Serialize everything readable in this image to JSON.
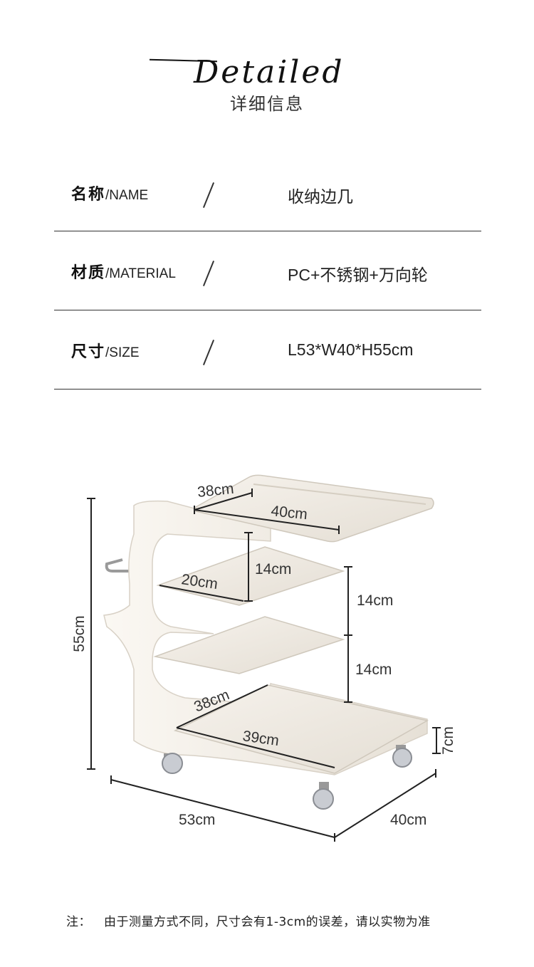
{
  "header": {
    "script_title": "Detailed",
    "title_cn": "详细信息"
  },
  "specs": [
    {
      "label_cn": "名称",
      "label_en": "/NAME",
      "value": "收纳边几"
    },
    {
      "label_cn": "材质",
      "label_en": "/MATERIAL",
      "value": "PC+不锈钢+万向轮"
    },
    {
      "label_cn": "尺寸",
      "label_en": "/SIZE",
      "value": "L53*W40*H55cm"
    }
  ],
  "dimensions": {
    "top_depth": "38cm",
    "top_width": "40cm",
    "shelf_depth": "20cm",
    "shelf_gap_1": "14cm",
    "shelf_gap_2": "14cm",
    "shelf_gap_3": "14cm",
    "height": "55cm",
    "base_depth": "38cm",
    "base_width": "39cm",
    "wheel_height": "7cm",
    "length": "53cm",
    "width": "40cm"
  },
  "note": {
    "prefix": "注：",
    "text": "由于测量方式不同，尺寸会有1-3cm的误差，请以实物为准"
  },
  "colors": {
    "product": "#f1ece4",
    "text": "#222222"
  }
}
